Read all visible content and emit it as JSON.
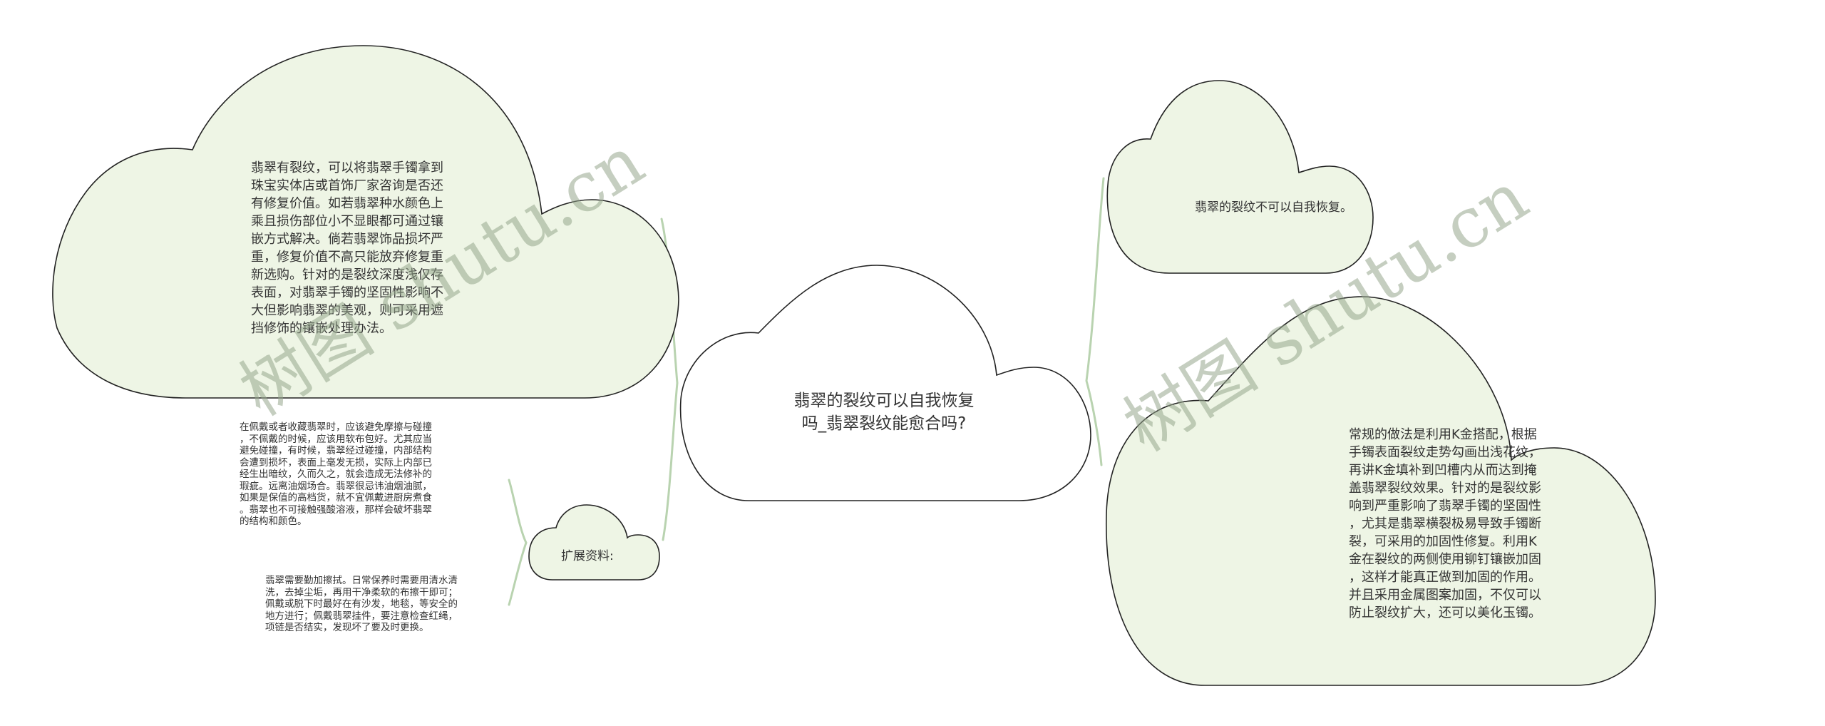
{
  "diagram": {
    "type": "mind-map",
    "colors": {
      "node_fill": "#eef5e5",
      "root_fill": "#ffffff",
      "node_stroke": "#222222",
      "connector": "#b9d3b0",
      "text": "#333333",
      "watermark": "#a9b6a0"
    },
    "root": {
      "label_line1": "翡翠的裂纹可以自我恢复",
      "label_line2": "吗_翡翠裂纹能愈合吗?"
    },
    "left_branch": {
      "main_node": {
        "text": "翡翠有裂纹，可以将翡翠手镯拿到\n珠宝实体店或首饰厂家咨询是否还\n有修复价值。如若翡翠种水颜色上\n乘且损伤部位小不显眼都可通过镶\n嵌方式解决。倘若翡翠饰品损坏严\n重，修复价值不高只能放弃修复重\n新选购。针对的是裂纹深度浅仅存\n表面，对翡翠手镯的坚固性影响不\n大但影响翡翠的美观，则可采用遮\n挡修饰的镶嵌处理办法。"
      },
      "expansion_node": {
        "label": "扩展资料:",
        "children": [
          {
            "text": "在佩戴或者收藏翡翠时，应该避免摩擦与碰撞\n，不佩戴的时候，应该用软布包好。尤其应当\n避免碰撞，有时候，翡翠经过碰撞，内部结构\n会遭到损坏，表面上毫发无损，实际上内部已\n经生出暗纹，久而久之，就会造成无法修补的\n瑕疵。远离油烟场合。翡翠很忌讳油烟油腻，\n如果是保值的高档货，就不宜佩戴进厨房煮食\n。翡翠也不可接触强酸溶液，那样会破坏翡翠\n的结构和颜色。"
          },
          {
            "text": "翡翠需要勤加擦拭。日常保养时需要用清水清\n洗，去掉尘垢，再用干净柔软的布擦干即可；\n佩戴或脱下时最好在有沙发，地毯，等安全的\n地方进行；佩戴翡翠挂件，要注意检查红绳，\n项链是否结实，发现坏了要及时更换。"
          }
        ]
      }
    },
    "right_branch": {
      "top_node": {
        "text": "翡翠的裂纹不可以自我恢复。"
      },
      "bottom_node": {
        "text": "常规的做法是利用K金搭配，根据\n手镯表面裂纹走势勾画出浅花纹，\n再讲K金填补到凹槽内从而达到掩\n盖翡翠裂纹效果。针对的是裂纹影\n响到严重影响了翡翠手镯的坚固性\n，尤其是翡翠横裂极易导致手镯断\n裂，可采用的加固性修复。利用K\n金在裂纹的两侧使用铆钉镶嵌加固\n，这样才能真正做到加固的作用。\n并且采用金属图案加固，不仅可以\n防止裂纹扩大，还可以美化玉镯。"
      }
    },
    "watermarks": [
      {
        "text": "树图 shutu.cn"
      },
      {
        "text": "树图 shutu.cn"
      }
    ]
  }
}
